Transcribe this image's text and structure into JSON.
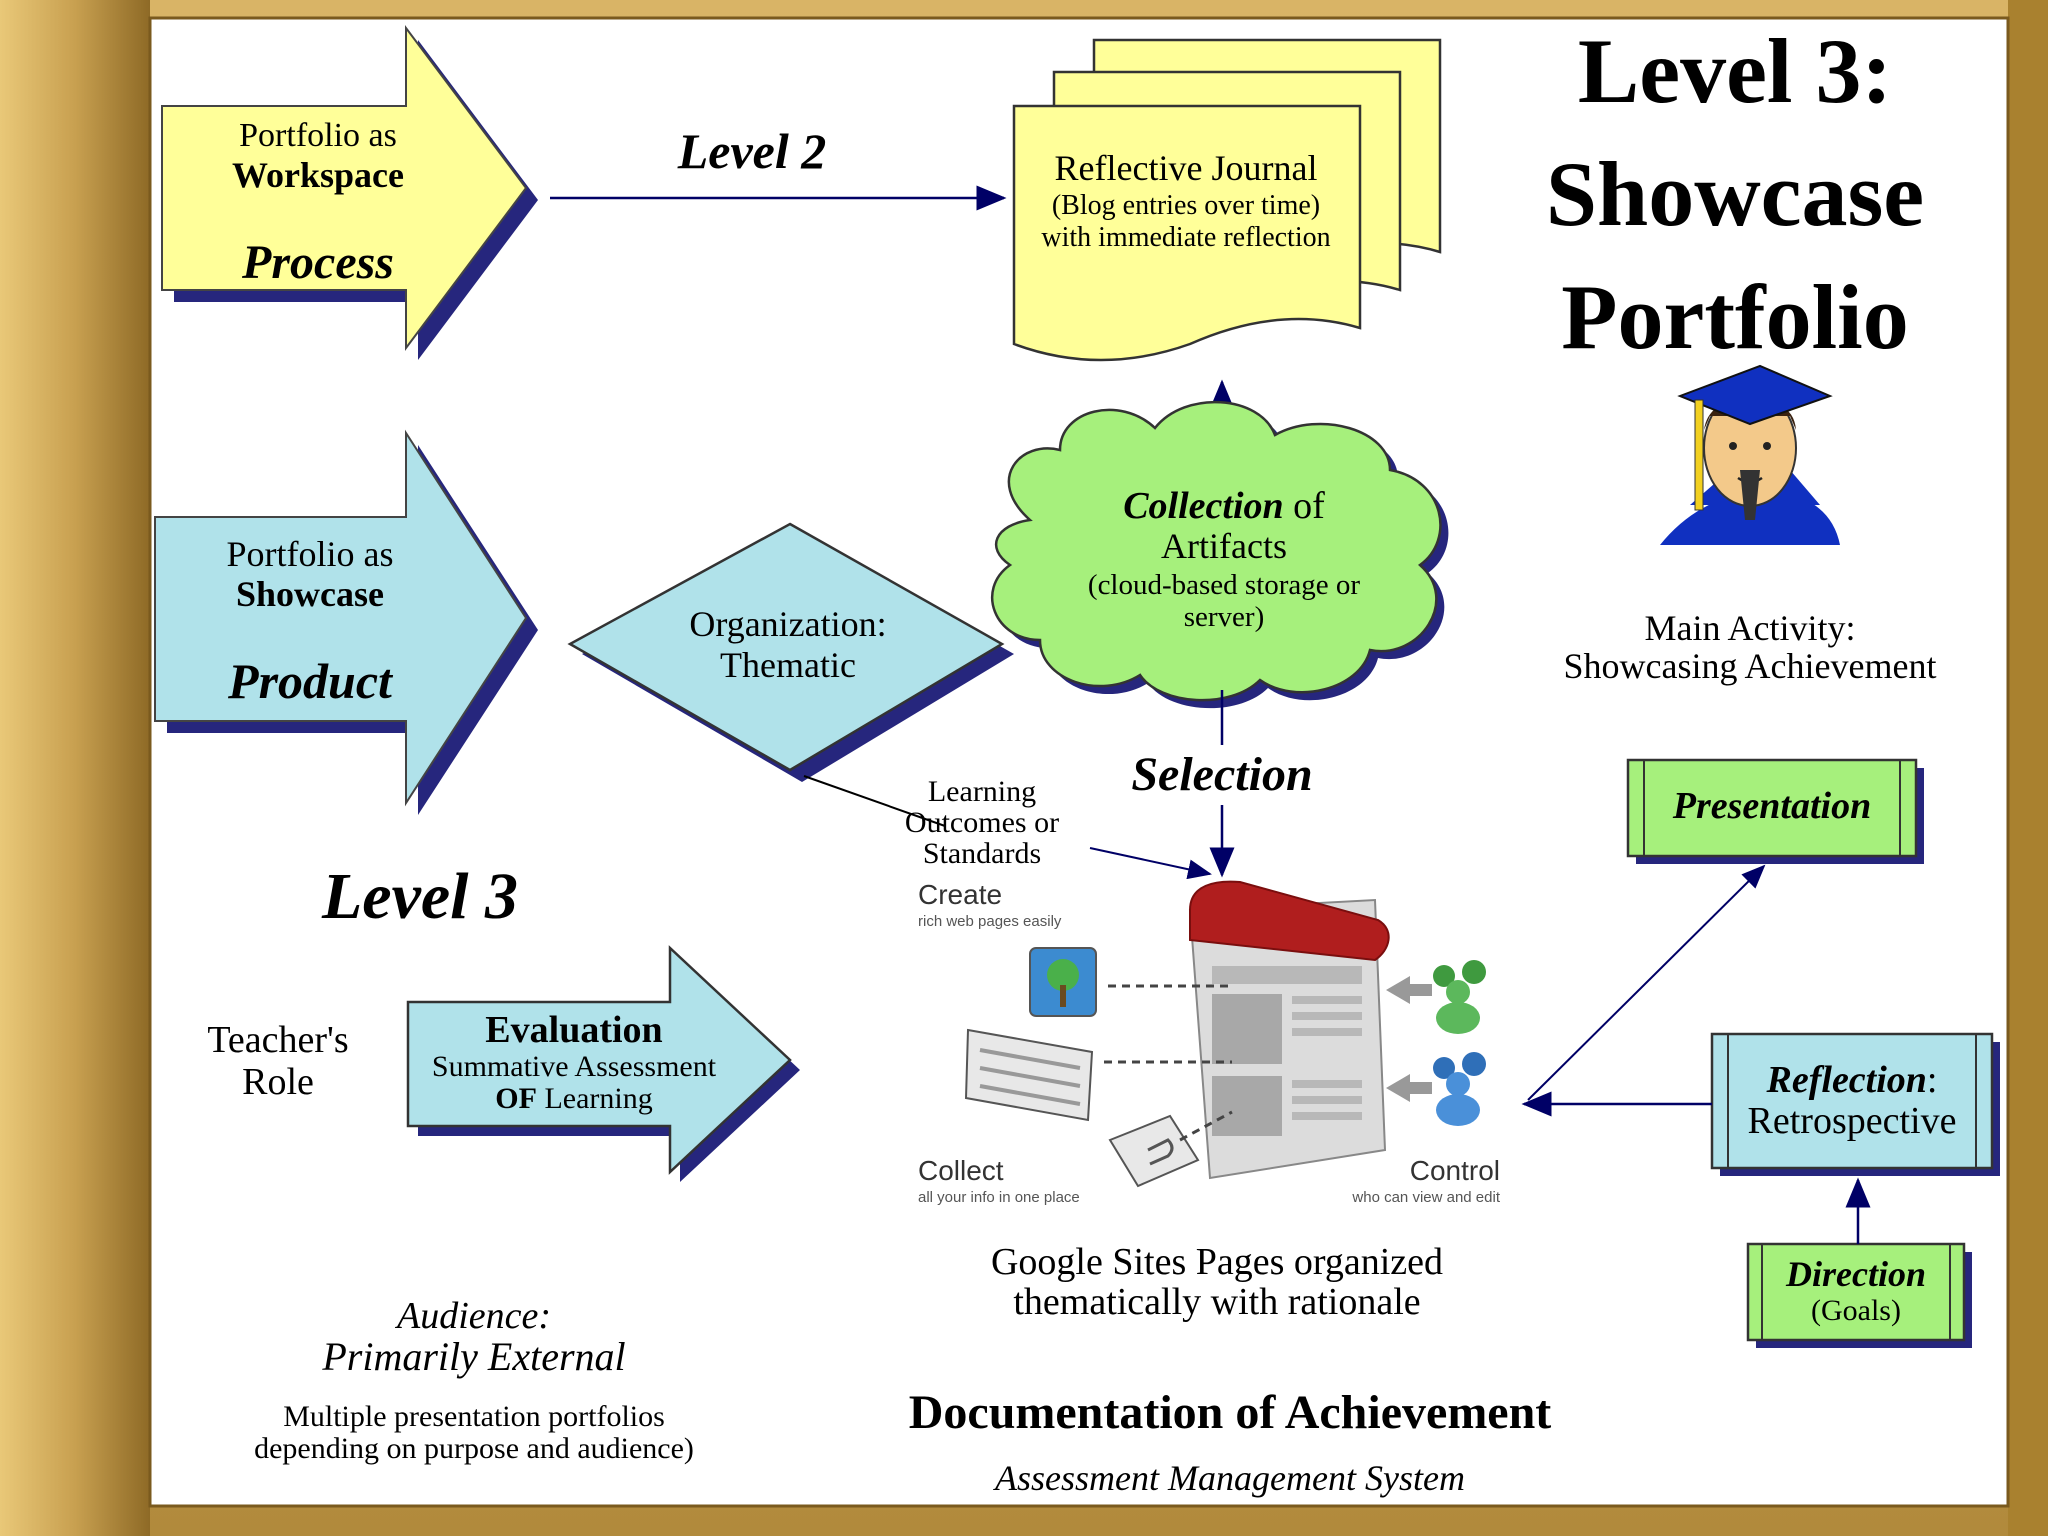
{
  "title": {
    "line1": "Level 3:",
    "line2": "Showcase",
    "line3": "Portfolio"
  },
  "workspace_arrow": {
    "line1": "Portfolio as",
    "line2": "Workspace",
    "line3": "Process"
  },
  "showcase_arrow": {
    "line1": "Portfolio as",
    "line2": "Showcase",
    "line3": "Product"
  },
  "level2_label": "Level 2",
  "level3_label": "Level 3",
  "journal": {
    "title": "Reflective Journal",
    "line2": "(Blog entries over time)",
    "line3": "with immediate reflection"
  },
  "collection": {
    "bold": "Collection",
    "rest": " of",
    "line2": "Artifacts",
    "line3": "(cloud-based storage or",
    "line4": "server)"
  },
  "organization": {
    "line1": "Organization:",
    "line2": "Thematic"
  },
  "selection_label": "Selection",
  "outcomes": {
    "line1": "Learning",
    "line2": "Outcomes or",
    "line3": "Standards"
  },
  "main_activity": {
    "line1": "Main Activity:",
    "line2": "Showcasing Achievement"
  },
  "presentation_box": "Presentation",
  "reflection_box": {
    "bold": "Reflection",
    "rest": ":",
    "line2": "Retrospective"
  },
  "direction_box": {
    "line1": "Direction",
    "line2": "(Goals)"
  },
  "teacher_role": {
    "line1": "Teacher's",
    "line2": "Role"
  },
  "evaluation": {
    "line1": "Evaluation",
    "line2": "Summative Assessment",
    "line3_bold": "OF",
    "line3_rest": " Learning"
  },
  "google_sites": {
    "create": "Create",
    "create_sub": "rich web pages easily",
    "collect": "Collect",
    "collect_sub": "all your info in one place",
    "control": "Control",
    "control_sub": "who can view and edit"
  },
  "google_caption": {
    "line1": "Google Sites Pages organized",
    "line2": "thematically with rationale"
  },
  "audience": {
    "line1": "Audience:",
    "line2": "Primarily External"
  },
  "multiple": {
    "line1": "Multiple presentation portfolios",
    "line2": "depending on purpose and audience)"
  },
  "documentation": "Documentation of Achievement",
  "ams": "Assessment Management System",
  "colors": {
    "yellow": "#ffff99",
    "cyan": "#b0e2ea",
    "green": "#a6f07c",
    "navy": "#000066",
    "frame": "#c7a052"
  }
}
